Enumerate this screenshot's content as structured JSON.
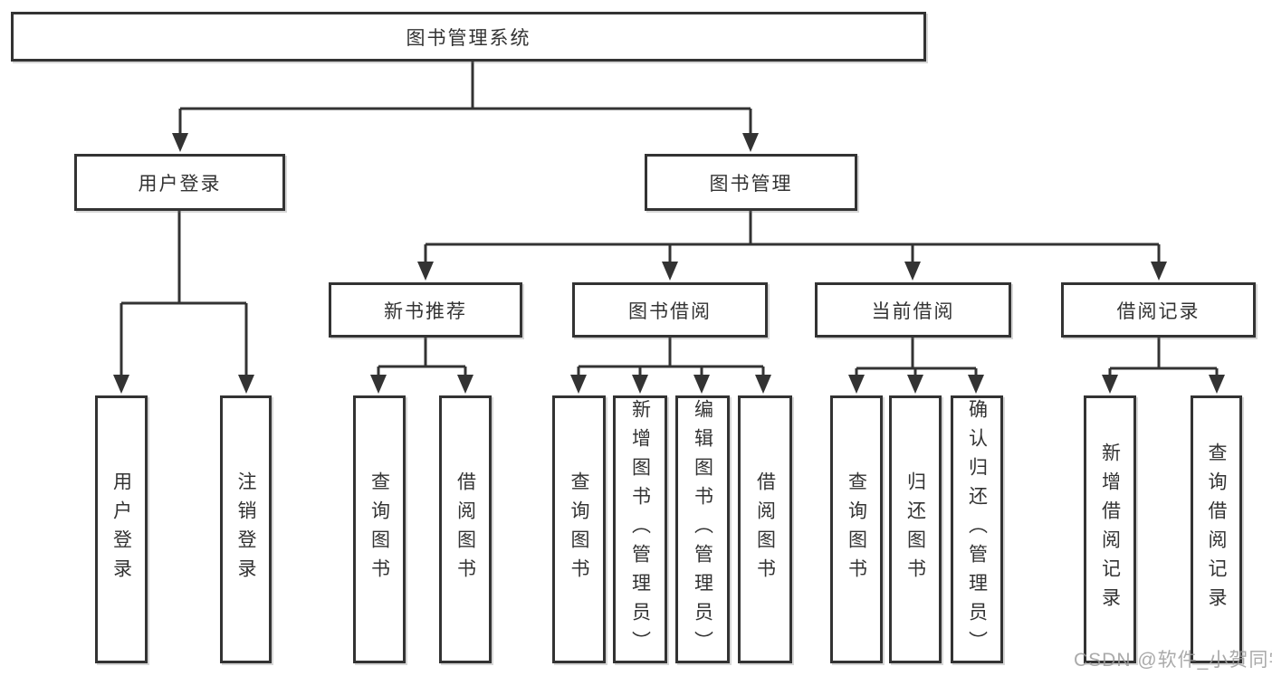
{
  "tree": {
    "root": {
      "label": "图书管理系统"
    },
    "branches": [
      {
        "label": "用户登录",
        "children": [
          {
            "label": "用户登录"
          },
          {
            "label": "注销登录"
          }
        ]
      },
      {
        "label": "图书管理",
        "children": [
          {
            "label": "新书推荐",
            "children": [
              {
                "label": "查询图书"
              },
              {
                "label": "借阅图书"
              }
            ]
          },
          {
            "label": "图书借阅",
            "children": [
              {
                "label": "查询图书"
              },
              {
                "label": "新增图书（管理员）"
              },
              {
                "label": "编辑图书（管理员）"
              },
              {
                "label": "借阅图书"
              }
            ]
          },
          {
            "label": "当前借阅",
            "children": [
              {
                "label": "查询图书"
              },
              {
                "label": "归还图书"
              },
              {
                "label": "确认归还（管理员）"
              }
            ]
          },
          {
            "label": "借阅记录",
            "children": [
              {
                "label": "新增借阅记录"
              },
              {
                "label": "查询借阅记录"
              }
            ]
          }
        ]
      }
    ]
  },
  "watermark": {
    "text": "CSDN @软件_小贺同学"
  },
  "colors": {
    "line": "#333333",
    "text": "#333333",
    "background": "#ffffff",
    "watermark": "#9b9b9b"
  }
}
